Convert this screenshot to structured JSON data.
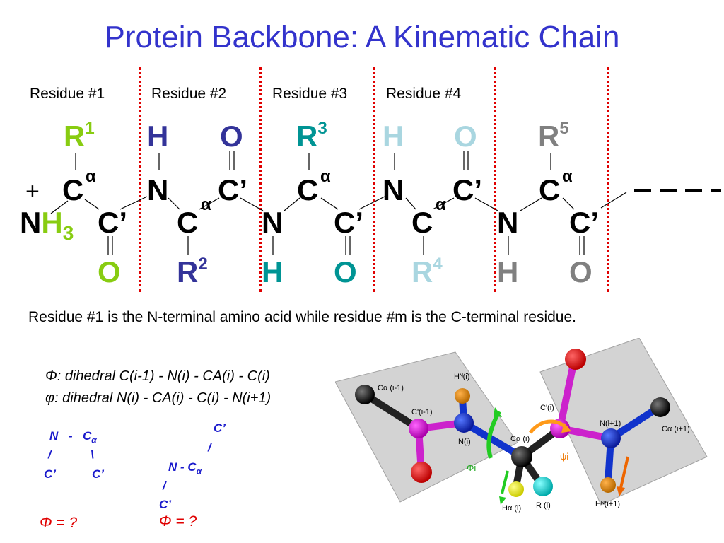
{
  "title": "Protein Backbone: A Kinematic Chain",
  "residues": [
    "Residue #1",
    "Residue #2",
    "Residue #3",
    "Residue #4"
  ],
  "chain": {
    "plus": "+",
    "n_terminus": {
      "n": "N",
      "h": "H",
      "sub": "3"
    },
    "r1": {
      "base": "R",
      "sup": "1"
    },
    "r2": {
      "base": "R",
      "sup": "2"
    },
    "r3": {
      "base": "R",
      "sup": "3"
    },
    "r4": {
      "base": "R",
      "sup": "4"
    },
    "r5": {
      "base": "R",
      "sup": "5"
    },
    "ca": "C",
    "alpha": "α",
    "cp": "C’",
    "n": "N",
    "h": "H",
    "o": "O"
  },
  "colors": {
    "title": "#3333cc",
    "separator": "#e00000",
    "lime": "#88cc11",
    "navy": "#333399",
    "teal": "#009494",
    "pale": "#a9d6e0",
    "gray": "#808080"
  },
  "description": "Residue #1 is the N-terminal amino acid while residue #m is the C-terminal residue.",
  "dihedrals": {
    "phi_upper": "Φ: dihedral C(i-1) - N(i) - CA(i) - C(i)",
    "phi_lower": "φ: dihedral N(i) - CA(i) - C(i) - N(i+1)"
  },
  "example1": {
    "n": "N",
    "dash": "-",
    "c": "C",
    "csub": "α",
    "slash": "/",
    "backslash": "\\",
    "cp_left": "C’",
    "cp_right": "C’",
    "question": "Φ = ?"
  },
  "example2": {
    "cp_top": "C’",
    "slash_top": "/",
    "n": "N - C",
    "nsub": "α",
    "slash_bottom": "/",
    "cp_bottom": "C’",
    "question": "Φ = ?"
  },
  "model": {
    "labels": {
      "ca_prev": "Cα (i-1)",
      "hn_i": "Hᴺ(i)",
      "cp_prev": "C'(i-1)",
      "n_i": "N(i)",
      "ca_i": "Cα (i)",
      "cp_i": "C'(i)",
      "n_next": "N(i+1)",
      "ca_next": "Cα (i+1)",
      "phi": "Φi",
      "psi": "ψi",
      "ha_i": "Hα (i)",
      "r_i": "R (i)",
      "hn_next": "Hᴺ(i+1)"
    }
  }
}
